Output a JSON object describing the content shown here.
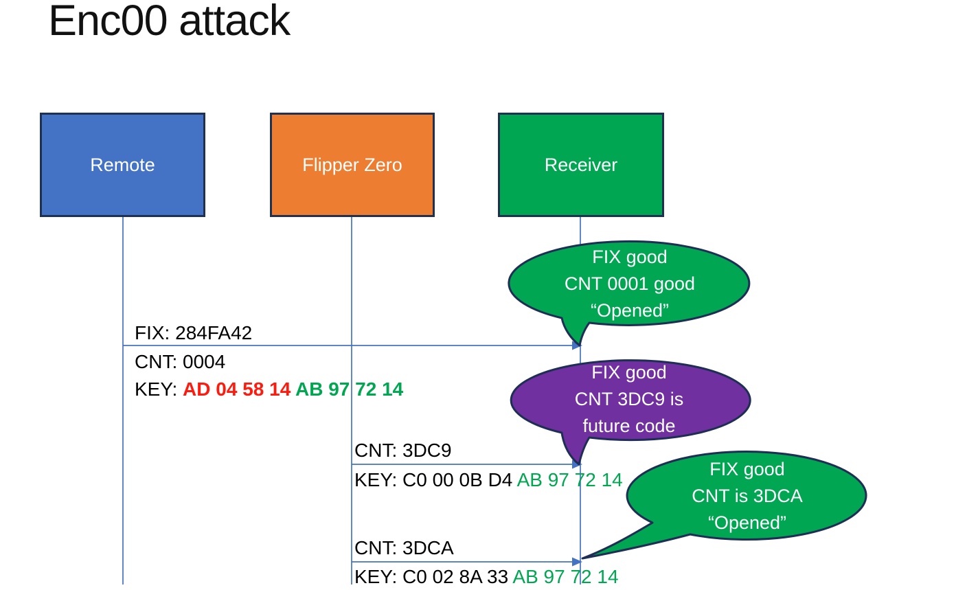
{
  "title": "Enc00 attack",
  "actors": [
    {
      "label": "Remote",
      "color": "#4472C4"
    },
    {
      "label": "Flipper Zero",
      "color": "#ED7D31"
    },
    {
      "label": "Receiver",
      "color": "#00A651"
    }
  ],
  "messages": {
    "m1": {
      "fix": "FIX: 284FA42",
      "cnt": "CNT: 0004",
      "key_prefix": "KEY: ",
      "key_red": "AD 04 58 14 ",
      "key_green": "AB 97 72 14"
    },
    "m2": {
      "cnt": "CNT: 3DC9",
      "key_prefix": "KEY: C0 00 0B D4 ",
      "key_green": "AB 97 72 14"
    },
    "m3": {
      "cnt": "CNT: 3DCA",
      "key_prefix": "KEY: C0 02 8A 33 ",
      "key_green": "AB 97 72 14"
    }
  },
  "bubbles": [
    {
      "color": "#00A651",
      "lines": [
        "FIX good",
        "CNT 0001 good",
        "“Opened”"
      ]
    },
    {
      "color": "#7030A0",
      "lines": [
        "FIX good",
        "CNT 3DC9 is",
        "future code"
      ]
    },
    {
      "color": "#00A651",
      "lines": [
        "FIX good",
        "CNT is 3DCA",
        "“Opened”"
      ]
    }
  ],
  "colors": {
    "line_blue": "#4472C4",
    "actor_border": "#1F3050",
    "bubble_border": "#1F2E55",
    "key_red": "#FF1A0E",
    "key_green": "#00A651"
  }
}
